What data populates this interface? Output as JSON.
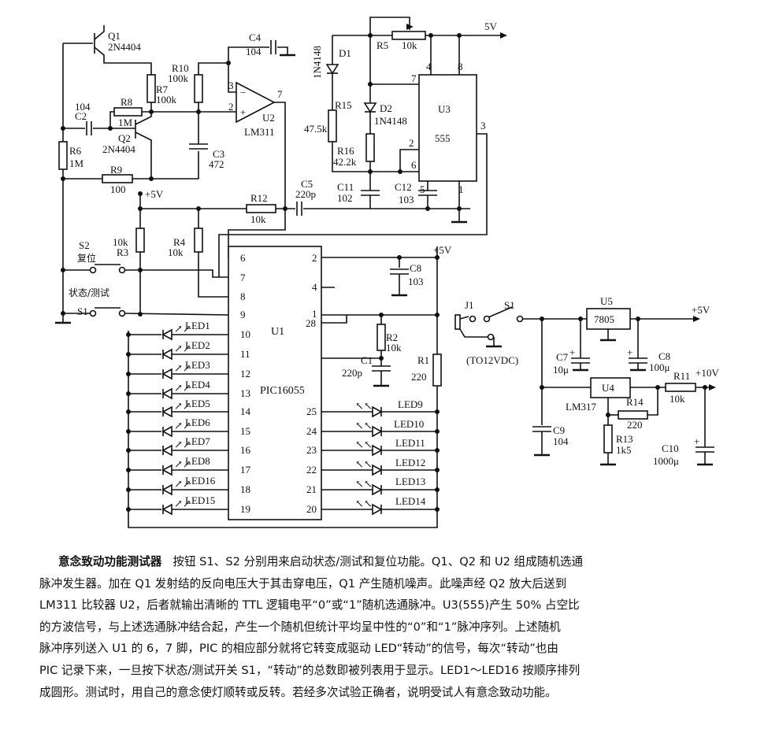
{
  "labels": {
    "q1": "Q1",
    "q1_type": "2N4404",
    "q2": "Q2",
    "q2_type": "2N4404",
    "c2_val": "104",
    "c2": "C2",
    "r8": "R8",
    "r8_val": "1M",
    "r7": "R7",
    "r7_val": "100k",
    "r10": "R10",
    "r10_val": "100k",
    "c4": "C4",
    "c4_val": "104",
    "u2": "U2",
    "u2_type": "LM311",
    "c3": "C3",
    "c3_val": "472",
    "r6": "R6",
    "r6_val": "1M",
    "r9": "R9",
    "r9_val": "100",
    "vcc1": "+5V",
    "r12": "R12",
    "r12_val": "10k",
    "c5": "C5",
    "c5_val": "220p",
    "r3": "R3",
    "r3_val": "10k",
    "r4": "R4",
    "r4_val": "10k",
    "s2": "S2",
    "s2_name": "复位",
    "s1_name": "状态/测试",
    "s1": "S1",
    "d1": "D1",
    "d1_type": "1N4148",
    "r5": "R5",
    "r5_val": "10k",
    "v5": "5V",
    "r15": "R15",
    "r15_val": "47.5k",
    "d2": "D2",
    "d2_type": "1N4148",
    "r16": "R16",
    "r16_val": "42.2k",
    "c11": "C11",
    "c11_val": "102",
    "c12": "C12",
    "c12_val": "103",
    "u3": "U3",
    "u3_type": "555",
    "p555_4": "4",
    "p555_8": "8",
    "p555_7": "7",
    "p555_3": "3",
    "p555_2": "2",
    "p555_6": "6",
    "p555_5": "5",
    "p555_1": "1",
    "pu2_3": "3",
    "pu2_2": "2",
    "pu2_7": "7",
    "u1": "U1",
    "u1_type": "PIC16055",
    "vcc2": "+5V",
    "c8a": "C8",
    "c8a_val": "103",
    "r2": "R2",
    "r2_val": "10k",
    "c1": "C1",
    "c1_val": "220p",
    "r1": "R1",
    "r1_val": "220",
    "led1": "LED1",
    "led2": "LED2",
    "led3": "LED3",
    "led4": "LED4",
    "led5": "LED5",
    "led6": "LED6",
    "led7": "LED7",
    "led8": "LED8",
    "led16": "LED16",
    "led15": "LED15",
    "led9": "LED9",
    "led10": "LED10",
    "led11": "LED11",
    "led12": "LED12",
    "led13": "LED13",
    "led14": "LED14",
    "pl6": "6",
    "pl7": "7",
    "pl8": "8",
    "pl9": "9",
    "pl10": "10",
    "pl11": "11",
    "pl12": "12",
    "pl13": "13",
    "pl14": "14",
    "pl15": "15",
    "pl16": "16",
    "pl17": "17",
    "pl18": "18",
    "pl19": "19",
    "pr2": "2",
    "pr4": "4",
    "pr1": "1",
    "pr28": "28",
    "pr25": "25",
    "pr24": "24",
    "pr23": "23",
    "pr22": "22",
    "pr21": "21",
    "pr20": "20",
    "j1": "J1",
    "s1p": "S1",
    "dc": "(TO12VDC)",
    "u5": "U5",
    "u5_type": "7805",
    "vout5": "+5V",
    "c7": "C7",
    "c7_val": "10μ",
    "c8": "C8",
    "c8_val": "100μ",
    "u4": "U4",
    "u4_type": "LM317",
    "r11": "R11",
    "r11_val": "10k",
    "vout10": "+10V",
    "r14": "R14",
    "r14_val": "220",
    "r13": "R13",
    "r13_val": "1k5",
    "c9": "C9",
    "c9_val": "104",
    "c10": "C10",
    "c10_val": "1000μ"
  },
  "caption": {
    "title": "意念致动功能测试器",
    "lines": [
      "按钮 S1、S2 分别用来启动状态/测试和复位功能。Q1、Q2 和 U2 组成随机选通",
      "脉冲发生器。加在 Q1 发射结的反向电压大于其击穿电压，Q1 产生随机噪声。此噪声经 Q2 放大后送到",
      "LM311 比较器 U2，后者就输出清晰的 TTL 逻辑电平“0”或“1”随机选通脉冲。U3(555)产生 50% 占空比",
      "的方波信号，与上述选通脉冲结合起，产生一个随机但统计平均呈中性的“0”和“1”脉冲序列。上述随机",
      "脉冲序列送入 U1 的 6，7 脚，PIC 的相应部分就将它转变成驱动 LED“转动”的信号，每次“转动”也由",
      "PIC 记录下来，一旦按下状态/测试开关 S1，“转动”的总数即被列表用于显示。LED1～LED16 按顺序排列",
      "成圆形。测试时，用自己的意念使灯顺转或反转。若经多次试验正确者，说明受试人有意念致动功能。"
    ]
  }
}
